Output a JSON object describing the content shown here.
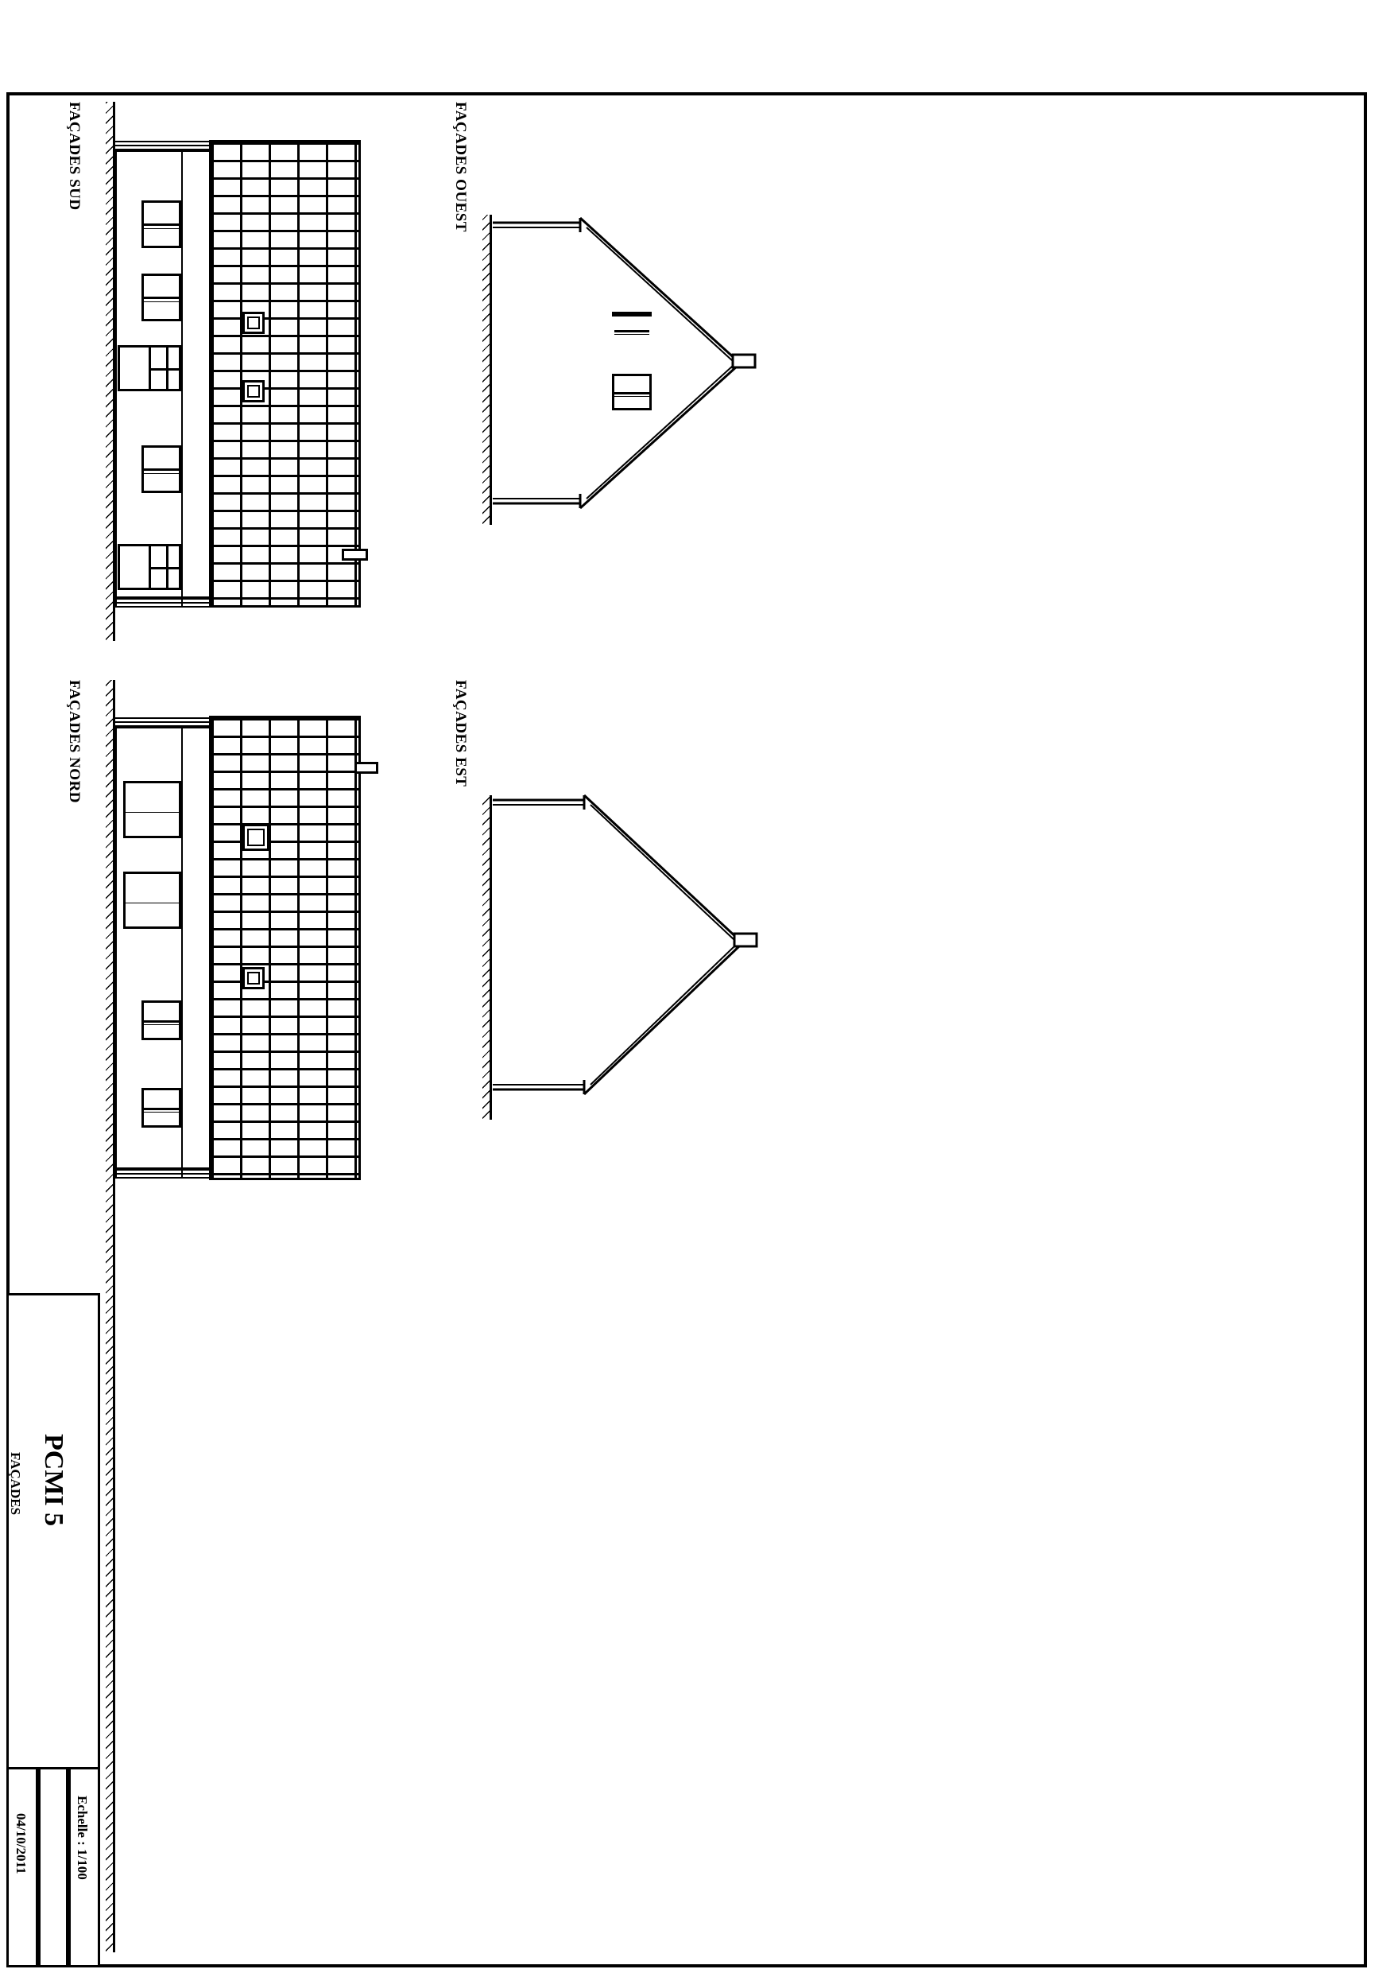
{
  "document": {
    "type": "architectural-facade-drawing",
    "sheet_width": 1754,
    "sheet_height": 2481,
    "orientation": "rotated-90"
  },
  "views": [
    {
      "id": "sud",
      "label": "FAÇADES SUD"
    },
    {
      "id": "ouest",
      "label": "FAÇADES OUEST"
    },
    {
      "id": "nord",
      "label": "FAÇADES NORD"
    },
    {
      "id": "est",
      "label": "FAÇADES EST"
    }
  ],
  "title_block": {
    "project_code": "PCMI 5",
    "drawing_title": "FAÇADES",
    "scale": "Echelle : 1/100",
    "date": "04/10/2011"
  },
  "colors": {
    "ink": "#000000",
    "paper": "#ffffff"
  }
}
